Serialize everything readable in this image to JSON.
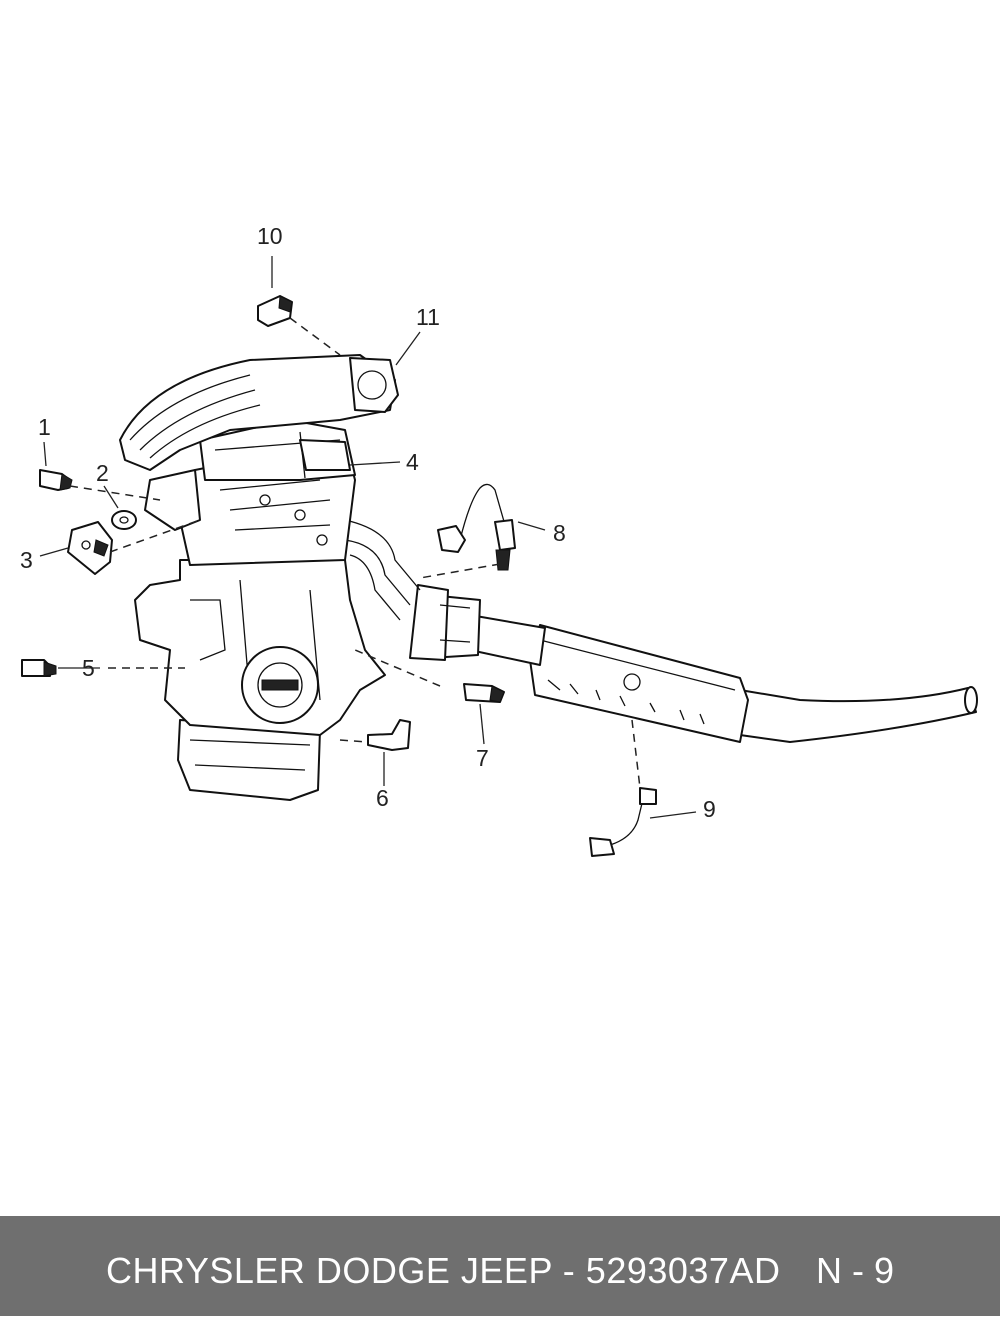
{
  "diagram": {
    "callouts": [
      {
        "id": "1",
        "label": "1"
      },
      {
        "id": "2",
        "label": "2"
      },
      {
        "id": "3",
        "label": "3"
      },
      {
        "id": "4",
        "label": "4"
      },
      {
        "id": "5",
        "label": "5"
      },
      {
        "id": "6",
        "label": "6"
      },
      {
        "id": "7",
        "label": "7"
      },
      {
        "id": "8",
        "label": "8"
      },
      {
        "id": "9",
        "label": "9"
      },
      {
        "id": "10",
        "label": "10"
      },
      {
        "id": "11",
        "label": "11"
      }
    ]
  },
  "footer": {
    "title": "CHRYSLER DODGE JEEP - 5293037AD",
    "page": "N - 9",
    "background_color": "#6f6f6f",
    "text_color": "#ffffff"
  }
}
